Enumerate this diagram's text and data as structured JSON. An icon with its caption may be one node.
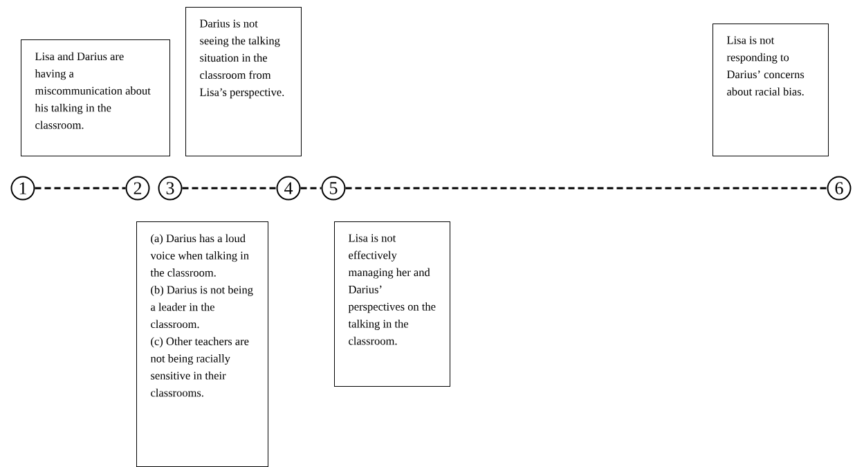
{
  "diagram": {
    "nodes": [
      {
        "text": [
          "Lisa and Darius are having a miscommunication about his talking in the classroom."
        ]
      },
      {
        "text": [
          "Darius is not seeing the talking situation in the classroom from Lisa’s perspective."
        ]
      },
      {
        "text": [
          "Lisa is not responding to Darius’ concerns about racial bias."
        ]
      },
      {
        "text": [
          "1"
        ]
      },
      {
        "text": [
          "2"
        ]
      },
      {
        "text": [
          "3"
        ]
      },
      {
        "text": [
          "4"
        ]
      },
      {
        "text": [
          "5"
        ]
      },
      {
        "text": [
          "6"
        ]
      },
      {
        "text": [
          "(a) Darius has a loud voice when talking in the classroom.",
          "(b) Darius is not being a leader in the classroom.",
          "(c) Other teachers are not being racially sensitive in their classrooms."
        ]
      },
      {
        "text": [
          "Lisa is not effectively managing her and Darius’ perspectives on the talking in the classroom."
        ]
      }
    ],
    "edges": [
      {
        "from": 3,
        "to": 4,
        "arrow": "none",
        "style": "dashed"
      },
      {
        "from": 5,
        "to": 6,
        "arrow": "none",
        "style": "dashed"
      },
      {
        "from": 6,
        "to": 7,
        "arrow": "none",
        "style": "dashed"
      },
      {
        "from": 7,
        "to": 8,
        "arrow": "none",
        "style": "dashed"
      }
    ]
  }
}
